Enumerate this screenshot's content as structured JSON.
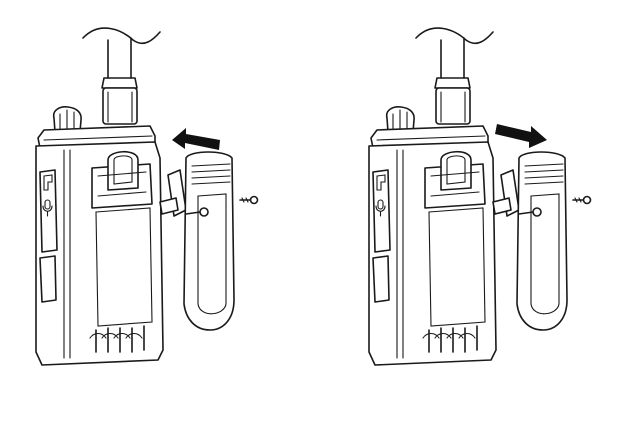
{
  "figure": {
    "panels": [
      {
        "name": "attach-clip",
        "arrow_direction": "toward-radio"
      },
      {
        "name": "remove-clip",
        "arrow_direction": "away-from-radio"
      }
    ],
    "colors": {
      "line": "#1a1a1a",
      "background": "#ffffff",
      "arrow": "#111111"
    },
    "icons": [
      "microphone-icon",
      "arrow-left-icon",
      "arrow-right-icon",
      "screw-icon"
    ]
  }
}
